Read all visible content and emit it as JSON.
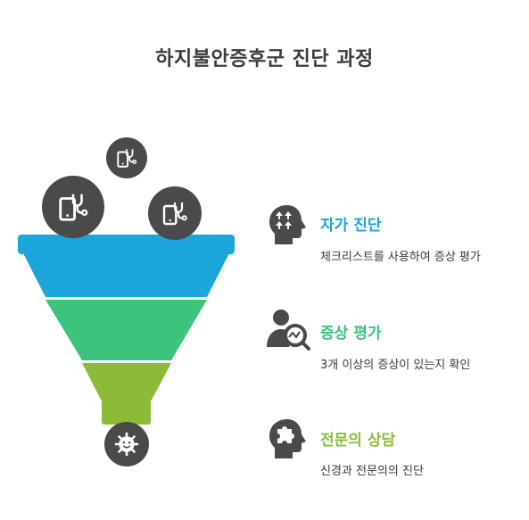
{
  "title": "하지불안증후군 진단 과정",
  "colors": {
    "stage1": "#1ba5d8",
    "stage2": "#3cc37d",
    "stage3": "#8dbb38",
    "icon_dark": "#4a4a4a"
  },
  "steps": [
    {
      "title": "자가 진단",
      "desc": "체크리스트를 사용하여 증상 평가",
      "color": "#1ba5d8",
      "icon": "head-arrows-icon"
    },
    {
      "title": "증상 평가",
      "desc": "3개 이상의 증상이 있는지 확인",
      "color": "#3cc37d",
      "icon": "person-chart-search-icon"
    },
    {
      "title": "전문의 상담",
      "desc": "신경과 전문의의 진단",
      "color": "#8dbb38",
      "icon": "head-puzzle-icon"
    }
  ],
  "funnel_inputs": [
    "phone-stethoscope-icon",
    "phone-stethoscope-icon",
    "phone-stethoscope-icon"
  ],
  "funnel_output": "gear-face-icon"
}
